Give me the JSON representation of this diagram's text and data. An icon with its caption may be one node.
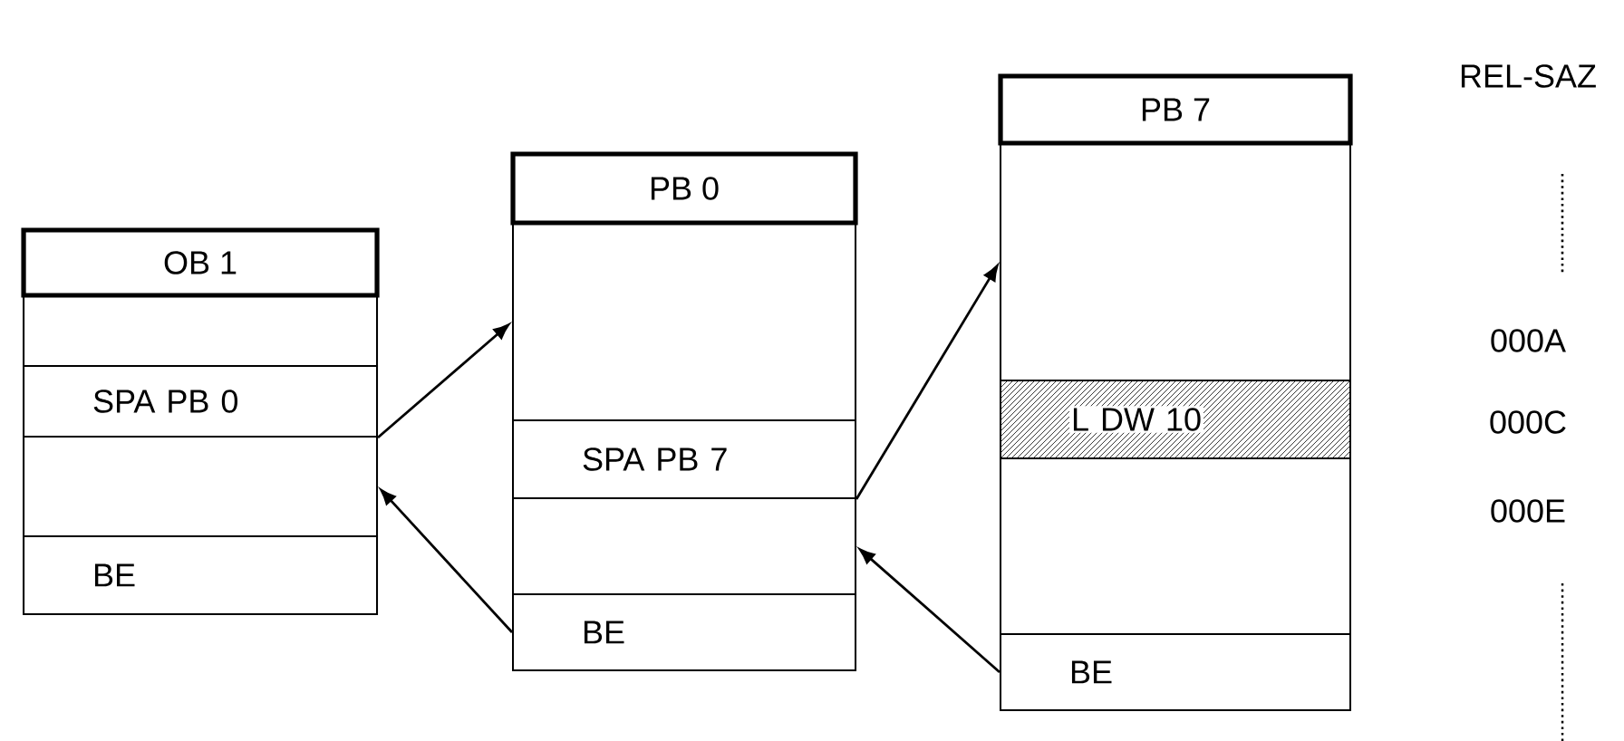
{
  "diagram": {
    "nodes": [
      {
        "text": [],
        "shape": "box"
      },
      {
        "text": [
          "OB 1"
        ],
        "in": 0
      },
      {
        "text": [],
        "shape": "box",
        "in": 0
      },
      {
        "text": [
          "SPA PB 0"
        ],
        "in": 0
      },
      {
        "text": [],
        "shape": "box",
        "in": 0
      },
      {
        "text": [
          "BE"
        ],
        "in": 0
      },
      {
        "text": [],
        "shape": "box"
      },
      {
        "text": [
          "PB 0"
        ],
        "in": 6
      },
      {
        "text": [],
        "shape": "box",
        "in": 6
      },
      {
        "text": [
          "SPA PB 7"
        ],
        "in": 6
      },
      {
        "text": [],
        "shape": "box",
        "in": 6
      },
      {
        "text": [
          "BE"
        ],
        "in": 6
      },
      {
        "text": [],
        "shape": "box"
      },
      {
        "text": [
          "PB 7"
        ],
        "in": 12
      },
      {
        "text": [],
        "shape": "box",
        "in": 12
      },
      {
        "text": [
          "L DW 10"
        ],
        "in": 12
      },
      {
        "text": [],
        "shape": "box",
        "in": 12
      },
      {
        "text": [
          "BE"
        ],
        "in": 12
      }
    ],
    "edges": [
      {
        "from": 3,
        "to": 8,
        "arrow": "to"
      },
      {
        "from": 11,
        "to": 4,
        "arrow": "to"
      },
      {
        "from": 9,
        "to": 14,
        "arrow": "to"
      },
      {
        "from": 17,
        "to": 10,
        "arrow": "to"
      }
    ],
    "labels": [
      "REL-SAZ",
      "000A",
      "000C",
      "000E"
    ]
  }
}
